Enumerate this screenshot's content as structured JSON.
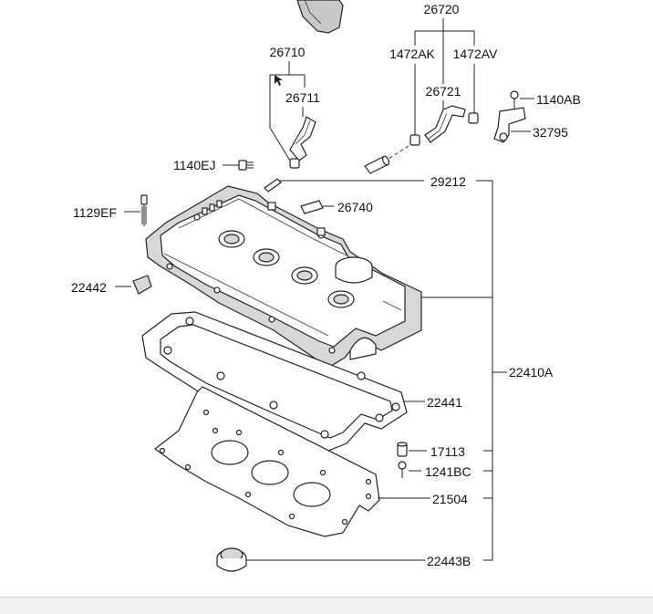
{
  "labels": {
    "p26720": "26720",
    "p26710": "26710",
    "p1472AK": "1472AK",
    "p1472AV": "1472AV",
    "p26711": "26711",
    "p26721": "26721",
    "p1140AB": "1140AB",
    "p32795": "32795",
    "p1140EJ": "1140EJ",
    "p29212": "29212",
    "p1129EF": "1129EF",
    "p26740": "26740",
    "p22442": "22442",
    "p22410A": "22410A",
    "p22441": "22441",
    "p17113": "17113",
    "p1241BC": "1241BC",
    "p21504": "21504",
    "p22443B": "22443B"
  }
}
